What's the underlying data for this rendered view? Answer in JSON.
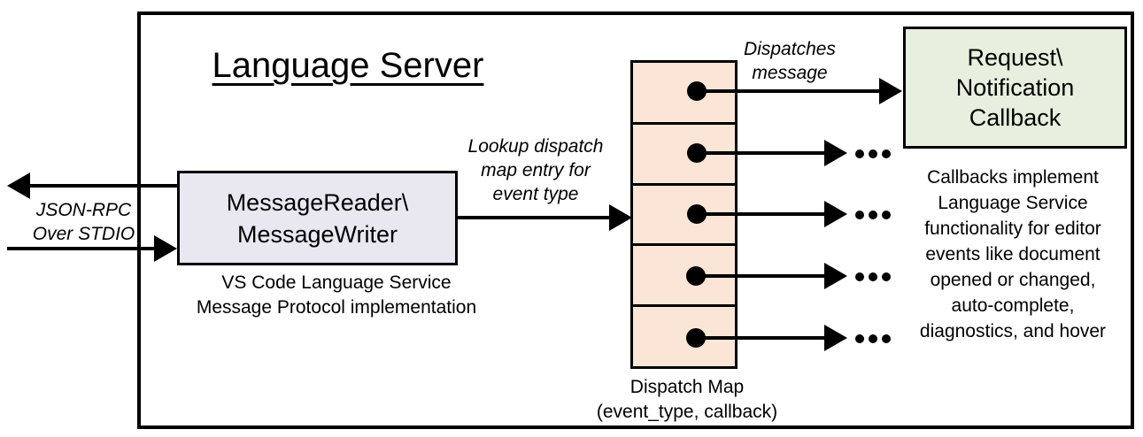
{
  "title": "Language Server",
  "colors": {
    "outline": "#000000",
    "message_box_fill": "#E9E7F0",
    "dispatch_cell_fill": "#FBE5D6",
    "callback_box_fill": "#E7F0DE",
    "background": "#FFFFFF"
  },
  "nodes": {
    "message_box": {
      "label": "MessageReader\\\nMessageWriter",
      "caption": "VS Code Language Service\nMessage Protocol implementation"
    },
    "callback_box": {
      "label": "Request\\\nNotification\nCallback",
      "note": "Callbacks implement\nLanguage Service\nfunctionality for editor\nevents like document\nopened or changed,\nauto-complete,\ndiagnostics, and hover"
    },
    "dispatch_map": {
      "caption": "Dispatch Map\n(event_type, callback)",
      "cell_count": 5,
      "rows": [
        {
          "target": "Request\\Notification Callback"
        },
        {
          "target": "..."
        },
        {
          "target": "..."
        },
        {
          "target": "..."
        },
        {
          "target": "..."
        }
      ]
    }
  },
  "edges": {
    "stdio_label": "JSON-RPC\nOver STDIO",
    "lookup_label": "Lookup dispatch\nmap entry for\nevent type",
    "dispatches_label": "Dispatches\nmessage",
    "ellipsis": "..."
  }
}
